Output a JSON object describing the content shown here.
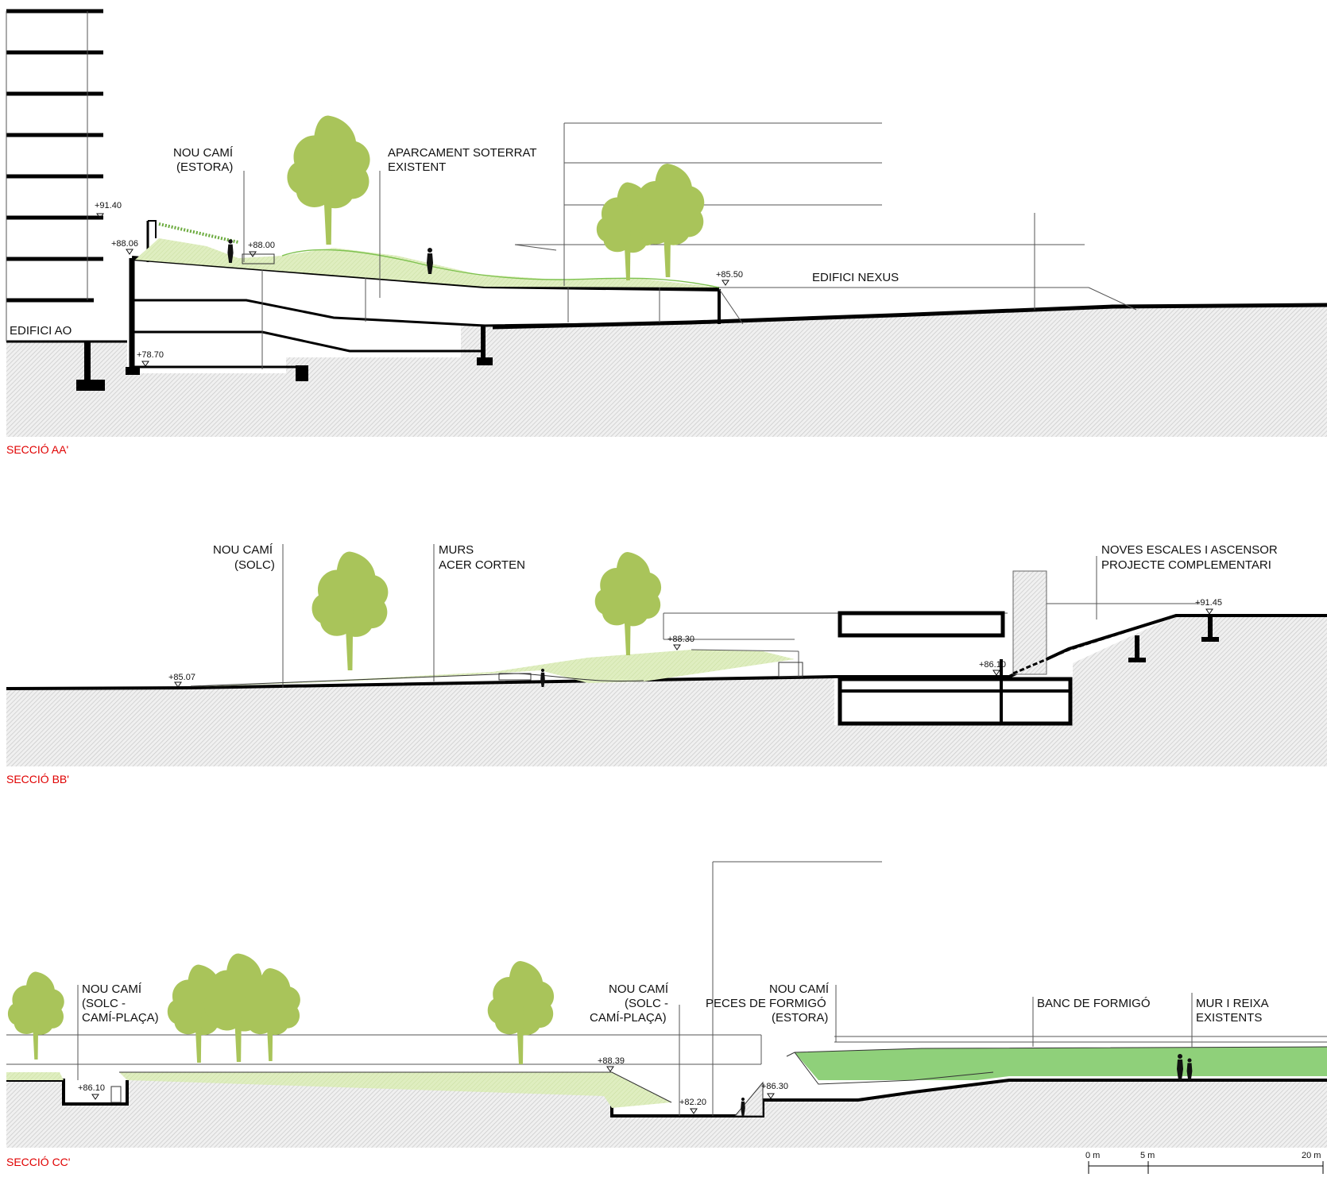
{
  "sections": [
    {
      "title": "SECCIÓ AA'",
      "labels": [
        "NOU CAMÍ",
        "(ESTORA)",
        "APARCAMENT SOTERRAT",
        "EXISTENT",
        "EDIFICI NEXUS",
        "EDIFICI AO"
      ],
      "levels": [
        "+91.40",
        "+88.06",
        "+88.00",
        "+85.50",
        "+78.70"
      ]
    },
    {
      "title": "SECCIÓ BB'",
      "labels": [
        "NOU CAMÍ",
        "(SOLC)",
        "MURS",
        "ACER CORTEN",
        "NOVES ESCALES I ASCENSOR",
        "PROJECTE COMPLEMENTARI"
      ],
      "levels": [
        "+85.07",
        "+88.30",
        "+86.10",
        "+91.45"
      ]
    },
    {
      "title": "SECCIÓ CC'",
      "labels": [
        "NOU CAMÍ",
        "(SOLC -",
        "CAMÍ-PLAÇA)",
        "NOU CAMÍ",
        "(SOLC -",
        "CAMÍ-PLAÇA)",
        "NOU CAMÍ",
        "PECES DE FORMIGÓ",
        "(ESTORA)",
        "BANC DE FORMIGÓ",
        "MUR I REIXA",
        "EXISTENTS"
      ],
      "levels": [
        "+86.10",
        "+88.39",
        "+82.20",
        "+86.30"
      ]
    }
  ],
  "scale_bar": {
    "labels": [
      "0 m",
      "5 m",
      "20 m"
    ]
  },
  "colors": {
    "title": "#e00000",
    "vegetation": "#a9c45a",
    "lawn": "#8fd07a",
    "ground_hatch": "#d8d8d8"
  }
}
